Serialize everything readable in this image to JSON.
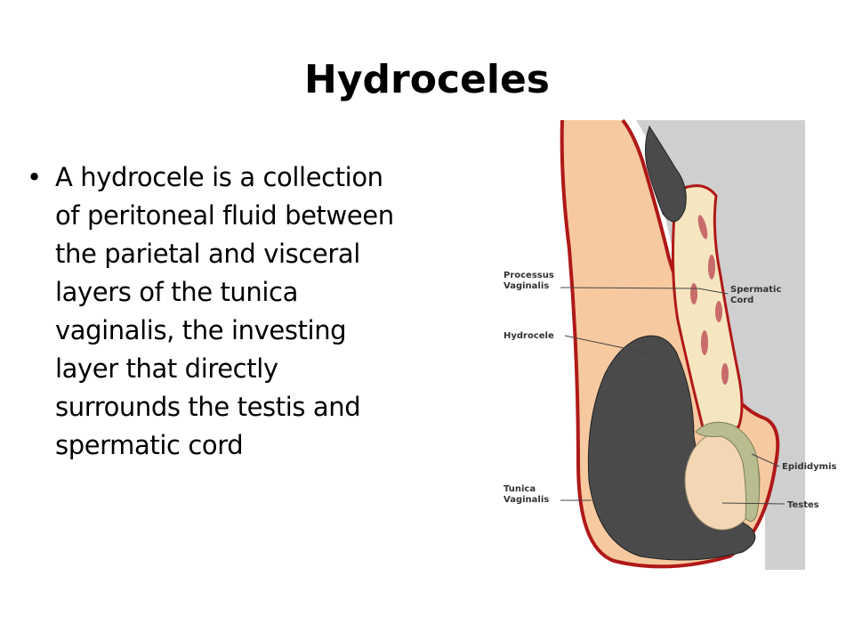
{
  "slide": {
    "title": "Hydroceles",
    "bullet_lines": [
      "A hydrocele is a collection",
      "of peritoneal fluid between",
      "the parietal and visceral",
      "layers of the tunica",
      "vaginalis, the investing",
      "layer that directly",
      "surrounds the testis and",
      "spermatic cord"
    ]
  },
  "diagram": {
    "labels": {
      "processus_line1": "Processus",
      "processus_line2": "Vaginalis",
      "hydrocele": "Hydrocele",
      "tunica_line1": "Tunica",
      "tunica_line2": "Vaginalis",
      "spermatic_line1": "Spermatic",
      "spermatic_line2": "Cord",
      "epididymis": "Epididymis",
      "testes": "Testes"
    },
    "colors": {
      "skin": "#f6c9a0",
      "background_tissue": "#cfcfcf",
      "fluid": "#4a4a4a",
      "membrane": "#b01818",
      "testis": "#f3d7b4",
      "epididymis": "#b9bc8e",
      "cord": "#f5e6c0",
      "vessels": "#c96b6b"
    }
  }
}
